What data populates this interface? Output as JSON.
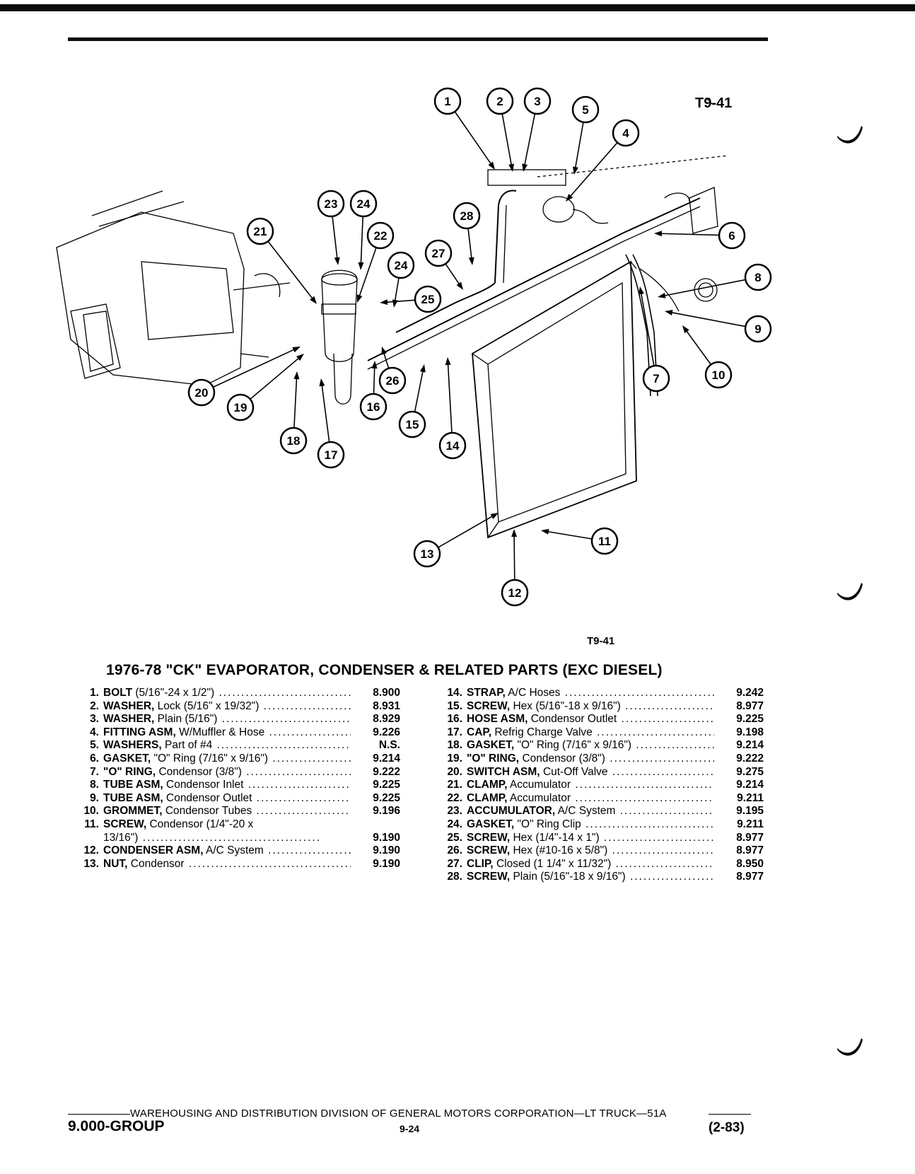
{
  "figure_code": "T9-41",
  "figure_code_bottom": "T9-41",
  "title": "1976-78 \"CK\" EVAPORATOR, CONDENSER & RELATED PARTS (EXC DIESEL)",
  "callouts": [
    "1",
    "2",
    "3",
    "4",
    "5",
    "6",
    "7",
    "8",
    "9",
    "10",
    "11",
    "12",
    "13",
    "14",
    "15",
    "16",
    "17",
    "18",
    "19",
    "20",
    "21",
    "22",
    "23",
    "24",
    "24",
    "25",
    "26",
    "27",
    "28"
  ],
  "parts_left": [
    {
      "num": "1.",
      "name": "BOLT",
      "detail": "(5/16\"-24 x 1/2\")",
      "code": "8.900"
    },
    {
      "num": "2.",
      "name": "WASHER,",
      "detail": "Lock (5/16\" x 19/32\")",
      "code": "8.931"
    },
    {
      "num": "3.",
      "name": "WASHER,",
      "detail": "Plain (5/16\")",
      "code": "8.929"
    },
    {
      "num": "4.",
      "name": "FITTING ASM,",
      "detail": "W/Muffler & Hose",
      "code": "9.226"
    },
    {
      "num": "5.",
      "name": "WASHERS,",
      "detail": "Part of #4",
      "code": "N.S."
    },
    {
      "num": "6.",
      "name": "GASKET,",
      "detail": "\"O\" Ring (7/16\" x 9/16\")",
      "code": "9.214"
    },
    {
      "num": "7.",
      "name": "\"O\" RING,",
      "detail": "Condensor (3/8\")",
      "code": "9.222"
    },
    {
      "num": "8.",
      "name": "TUBE ASM,",
      "detail": "Condensor Inlet",
      "code": "9.225"
    },
    {
      "num": "9.",
      "name": "TUBE ASM,",
      "detail": "Condensor Outlet",
      "code": "9.225"
    },
    {
      "num": "10.",
      "name": "GROMMET,",
      "detail": "Condensor Tubes",
      "code": "9.196"
    },
    {
      "num": "11.",
      "name": "SCREW,",
      "detail": "Condensor (1/4\"-20 x",
      "code": ""
    },
    {
      "num": "",
      "name": "",
      "detail": "13/16\")",
      "code": "9.190"
    },
    {
      "num": "12.",
      "name": "CONDENSER ASM,",
      "detail": "A/C System",
      "code": "9.190"
    },
    {
      "num": "13.",
      "name": "NUT,",
      "detail": "Condensor",
      "code": "9.190"
    }
  ],
  "parts_right": [
    {
      "num": "14.",
      "name": "STRAP,",
      "detail": "A/C Hoses",
      "code": "9.242"
    },
    {
      "num": "15.",
      "name": "SCREW,",
      "detail": "Hex (5/16\"-18 x 9/16\")",
      "code": "8.977"
    },
    {
      "num": "16.",
      "name": "HOSE ASM,",
      "detail": "Condensor Outlet",
      "code": "9.225"
    },
    {
      "num": "17.",
      "name": "CAP,",
      "detail": "Refrig Charge Valve",
      "code": "9.198"
    },
    {
      "num": "18.",
      "name": "GASKET,",
      "detail": "\"O\" Ring (7/16\" x 9/16\")",
      "code": "9.214"
    },
    {
      "num": "19.",
      "name": "\"O\" RING,",
      "detail": "Condensor (3/8\")",
      "code": "9.222"
    },
    {
      "num": "20.",
      "name": "SWITCH ASM,",
      "detail": "Cut-Off Valve",
      "code": "9.275"
    },
    {
      "num": "21.",
      "name": "CLAMP,",
      "detail": "Accumulator",
      "code": "9.214"
    },
    {
      "num": "22.",
      "name": "CLAMP,",
      "detail": "Accumulator",
      "code": "9.211"
    },
    {
      "num": "23.",
      "name": "ACCUMULATOR,",
      "detail": "A/C System",
      "code": "9.195"
    },
    {
      "num": "24.",
      "name": "GASKET,",
      "detail": "\"O\" Ring Clip",
      "code": "9.211"
    },
    {
      "num": "25.",
      "name": "SCREW,",
      "detail": "Hex (1/4\"-14 x 1\")",
      "code": "8.977"
    },
    {
      "num": "26.",
      "name": "SCREW,",
      "detail": "Hex (#10-16 x 5/8\")",
      "code": "8.977"
    },
    {
      "num": "27.",
      "name": "CLIP,",
      "detail": "Closed (1 1/4\" x 11/32\")",
      "code": "8.950"
    },
    {
      "num": "28.",
      "name": "SCREW,",
      "detail": "Plain (5/16\"-18 x 9/16\")",
      "code": "8.977"
    }
  ],
  "footer": {
    "division": "WAREHOUSING AND DISTRIBUTION  DIVISION OF GENERAL MOTORS CORPORATION—LT TRUCK—51A",
    "group": "9.000-GROUP",
    "page": "9-24",
    "date": "(2-83)"
  }
}
